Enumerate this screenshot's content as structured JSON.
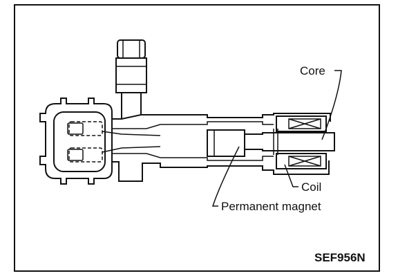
{
  "diagram": {
    "labels": {
      "core": "Core",
      "coil": "Coil",
      "magnet": "Permanent magnet"
    },
    "reference_code": "SEF956N"
  }
}
